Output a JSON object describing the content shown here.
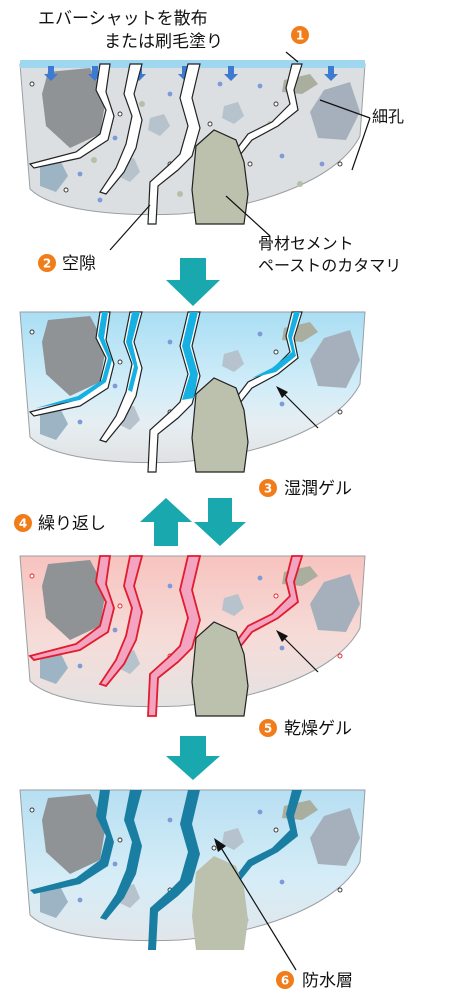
{
  "panel1": {
    "title_line1": "エバーシャットを散布",
    "title_line2": "または刷毛塗り",
    "pore_label": "細孔",
    "void_label": "空隙",
    "aggregate_label_line1": "骨材セメント",
    "aggregate_label_line2": "ペーストのカタマリ"
  },
  "panel2": {
    "label": "湿潤ゲル"
  },
  "repeat": {
    "label": "繰り返し"
  },
  "panel3": {
    "label": "乾燥ゲル"
  },
  "panel4": {
    "label": "防水層"
  },
  "markers": [
    "1",
    "2",
    "3",
    "4",
    "5",
    "6"
  ],
  "colors": {
    "marker": "#f07d1a",
    "arrow": "#19a8ad",
    "water": "#8dd3ee",
    "wet_gel": "#16b0e2",
    "dry_gel": "#f2a4c0",
    "dry_gel_edge": "#e21b2e",
    "waterproof": "#1a7ea2",
    "concrete": "#dcdfe1"
  }
}
